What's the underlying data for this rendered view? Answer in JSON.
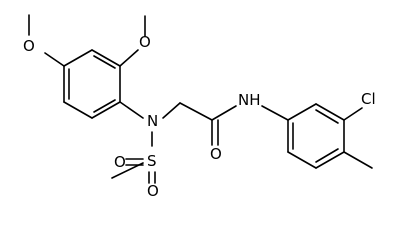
{
  "molecule": {
    "atoms": {
      "o_methoxy_top": "O",
      "o_methoxy_left": "O",
      "n_sulfonamide": "N",
      "s_sulfonyl": "S",
      "o_sulfonyl_left": "O",
      "o_sulfonyl_bottom": "O",
      "o_carbonyl": "O",
      "nh_amide": "NH",
      "cl": "Cl"
    }
  }
}
